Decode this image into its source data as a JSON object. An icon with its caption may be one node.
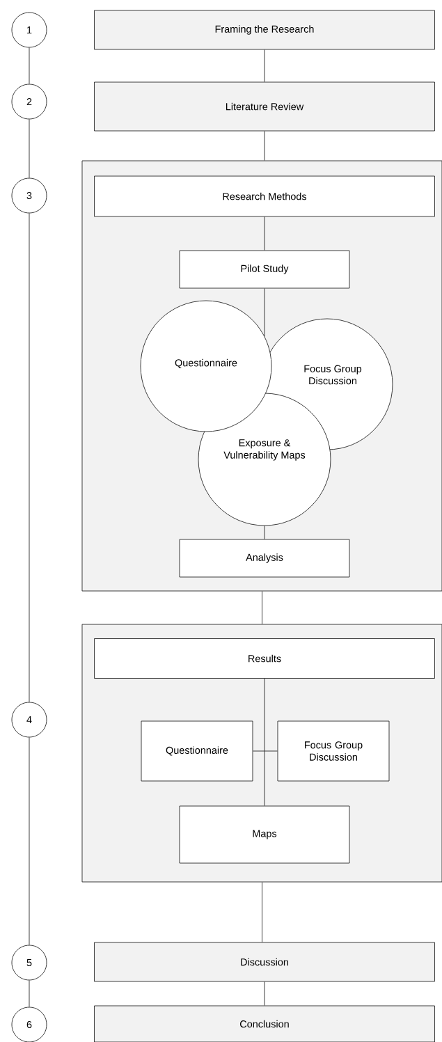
{
  "diagram": {
    "nodes": [
      {
        "text": [
          "1"
        ]
      },
      {
        "text": [
          "2"
        ]
      },
      {
        "text": [
          "3"
        ]
      },
      {
        "text": [
          "4"
        ]
      },
      {
        "text": [
          "5"
        ]
      },
      {
        "text": [
          "6"
        ]
      },
      {
        "text": [
          "Framing the Research"
        ]
      },
      {
        "text": [
          "Literature Review"
        ]
      },
      {
        "text": [],
        "shape": "box"
      },
      {
        "text": [
          "Research Methods"
        ],
        "in": 8
      },
      {
        "text": [
          "Pilot Study"
        ],
        "in": 8
      },
      {
        "text": [
          "Questionnaire"
        ],
        "in": 8
      },
      {
        "text": [
          "Focus Group Discussion"
        ],
        "in": 8
      },
      {
        "text": [
          "Exposure & Vulnerability Maps"
        ],
        "in": 8
      },
      {
        "text": [
          "Analysis"
        ],
        "in": 8
      },
      {
        "text": [],
        "shape": "box"
      },
      {
        "text": [
          "Results"
        ],
        "in": 15
      },
      {
        "text": [
          "Questionnaire"
        ],
        "in": 15
      },
      {
        "text": [
          "Focus Group Discussion"
        ],
        "in": 15
      },
      {
        "text": [
          "Maps"
        ],
        "in": 15
      },
      {
        "text": [
          "Discussion"
        ]
      },
      {
        "text": [
          "Conclusion"
        ]
      }
    ],
    "edges": [
      {
        "from": 0,
        "to": 1,
        "arrow": "none"
      },
      {
        "from": 1,
        "to": 2,
        "arrow": "none"
      },
      {
        "from": 2,
        "to": 3,
        "arrow": "none"
      },
      {
        "from": 3,
        "to": 4,
        "arrow": "none"
      },
      {
        "from": 4,
        "to": 5,
        "arrow": "none"
      },
      {
        "from": 6,
        "to": 7,
        "arrow": "none"
      },
      {
        "from": 7,
        "to": 8,
        "arrow": "none"
      },
      {
        "from": 9,
        "to": 10,
        "arrow": "none"
      },
      {
        "from": 10,
        "to": 11,
        "arrow": "none"
      },
      {
        "from": 13,
        "to": 14,
        "arrow": "none"
      },
      {
        "from": 8,
        "to": 15,
        "arrow": "none"
      },
      {
        "from": 16,
        "to": 19,
        "arrow": "none"
      },
      {
        "from": 17,
        "to": 18,
        "arrow": "none"
      },
      {
        "from": 15,
        "to": 20,
        "arrow": "none"
      },
      {
        "from": 20,
        "to": 21,
        "arrow": "none"
      }
    ]
  }
}
